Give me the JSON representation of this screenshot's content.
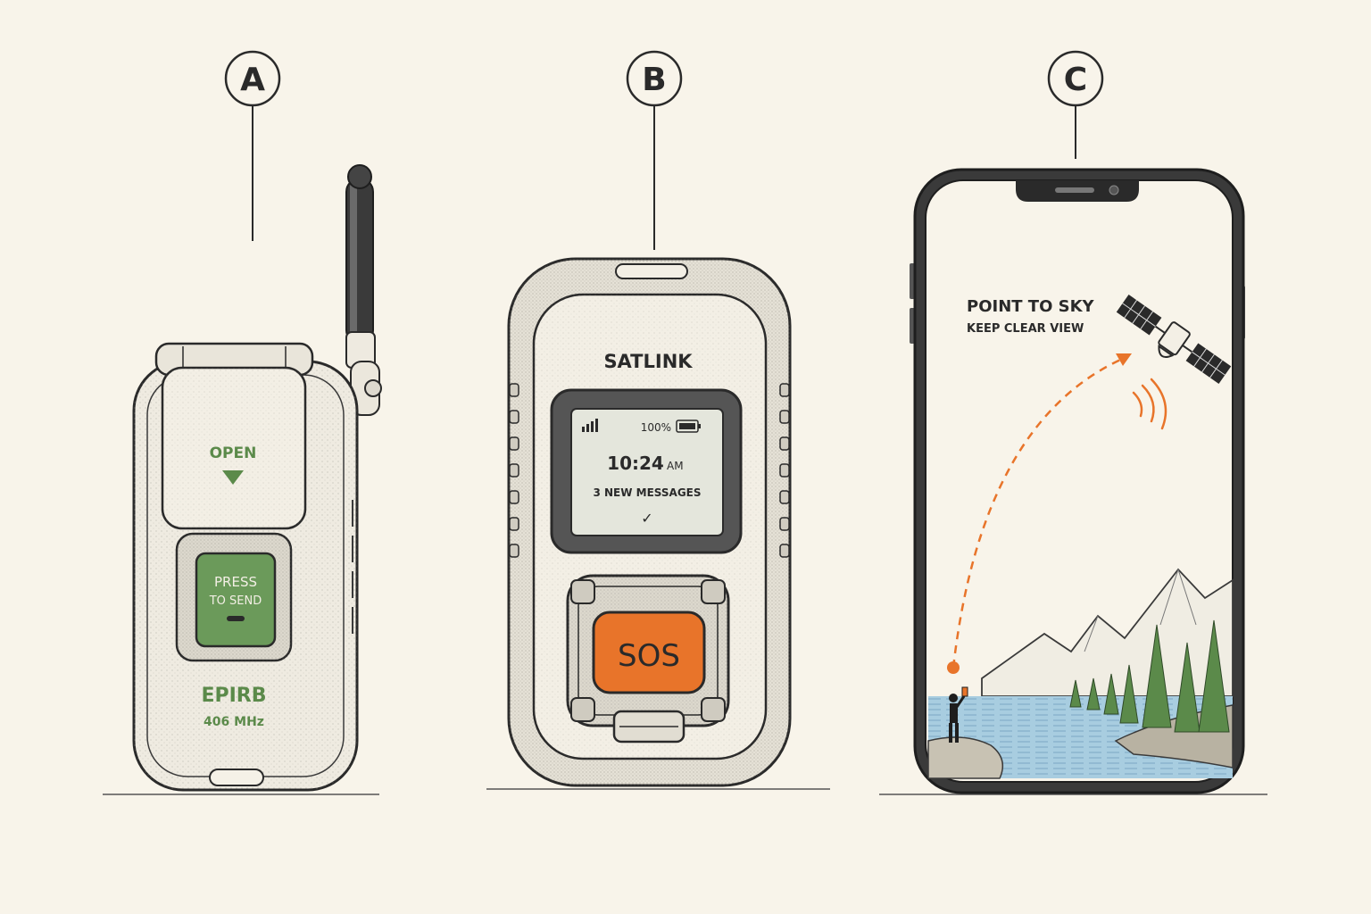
{
  "labels": {
    "a": "A",
    "b": "B",
    "c": "C"
  },
  "device_a": {
    "cover_label": "OPEN",
    "button_line1": "PRESS",
    "button_line2": "TO SEND",
    "name": "EPIRB",
    "frequency": "406 MHz"
  },
  "device_b": {
    "brand": "SATLINK",
    "battery": "100%",
    "time": "10:24",
    "ampm": "AM",
    "messages": "3 NEW MESSAGES",
    "check_glyph": "✓",
    "sos_label": "SOS"
  },
  "device_c": {
    "instruction_1": "POINT TO SKY",
    "instruction_2": "KEEP CLEAR VIEW"
  },
  "colors": {
    "background": "#f8f4ea",
    "ink": "#2a2a2a",
    "green": "#5b8a4a",
    "green_button": "#6b9a5a",
    "orange": "#e8742a",
    "screen": "#e4e6dc",
    "water": "#a8cde0"
  }
}
